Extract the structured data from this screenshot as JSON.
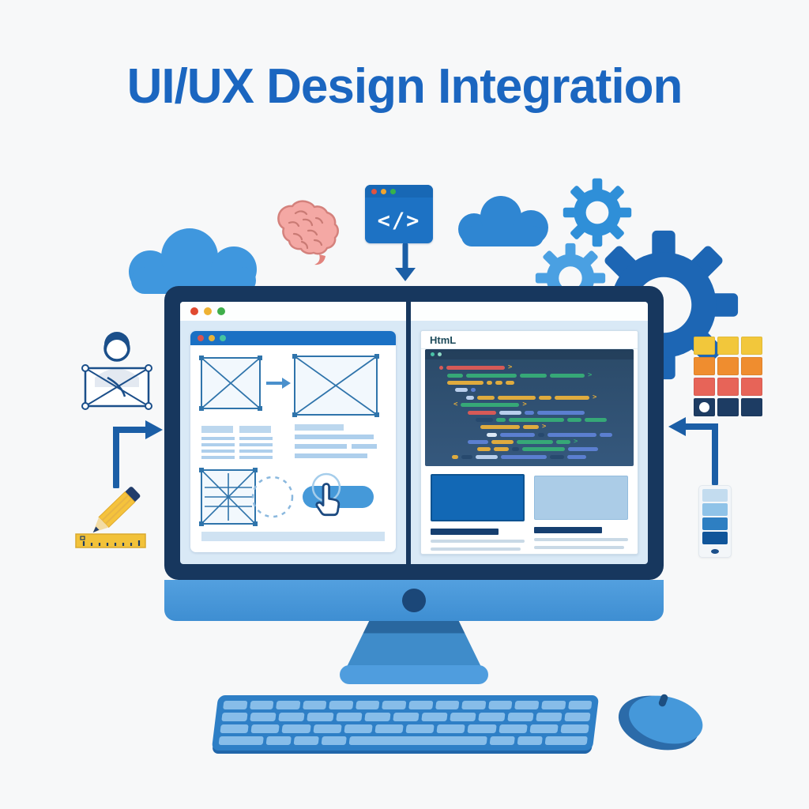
{
  "title": "UI/UX Design Integration",
  "colors": {
    "background": "#f7f8f9",
    "title_blue": "#1b66c0",
    "monitor_bezel": "#17375e",
    "monitor_body_blue": "#4f9dde",
    "panel_background": "#d9e9f6",
    "browser_bar_blue": "#1a70c4",
    "editor_background": "#2e4e6f",
    "preview_card_dark": "#1268b5",
    "preview_card_light": "#abcce7"
  },
  "icons": {
    "code_window_label": "</>",
    "gt": ">",
    "lt": "<"
  },
  "left_panel": {
    "description": "wireframe design mockup",
    "screen_dots": [
      "#e0492f",
      "#eeb233",
      "#3fae4a"
    ],
    "browser_dots": [
      "#d9534f",
      "#e8b339",
      "#45c4a0"
    ]
  },
  "right_panel": {
    "doc_label": "HtmL",
    "editor_dots": [
      "#49c2a6",
      "#8fd8c5"
    ],
    "code_colors": {
      "red": "#d65a57",
      "grn": "#36a877",
      "yel": "#dfab3e",
      "blu": "#5b7fd0",
      "bluD": "#41598f",
      "bluL": "#b9cfec",
      "nav": "#27496e",
      "wht": "#dce9f5"
    },
    "code_lines": [
      {
        "ind": 10,
        "seg": [
          [
            "red",
            5
          ],
          [
            "red",
            74
          ],
          [
            "chev",
            "yel"
          ]
        ]
      },
      {
        "ind": 20,
        "seg": [
          [
            "grn",
            20
          ],
          [
            "grn",
            64
          ],
          [
            "grn",
            34
          ],
          [
            "grn",
            44
          ],
          [
            "chev",
            "grn"
          ]
        ]
      },
      {
        "ind": 20,
        "seg": [
          [
            "yel",
            46
          ],
          [
            "yel",
            7
          ],
          [
            "yel",
            9
          ],
          [
            "yel",
            11
          ]
        ]
      },
      {
        "ind": 30,
        "seg": [
          [
            "bluL",
            16
          ],
          [
            "blu",
            6
          ]
        ]
      },
      {
        "ind": 44,
        "seg": [
          [
            "bluL",
            10
          ],
          [
            "yel",
            22
          ],
          [
            "yel",
            48
          ],
          [
            "yel",
            16
          ],
          [
            "yel",
            44
          ],
          [
            "chev",
            "yel"
          ]
        ]
      },
      {
        "ind": 28,
        "seg": [
          [
            "chevl",
            "yel"
          ],
          [
            "grn",
            74
          ],
          [
            "chev",
            "yel"
          ]
        ]
      },
      {
        "ind": 46,
        "seg": [
          [
            "red",
            36
          ],
          [
            "bluL",
            28
          ],
          [
            "blu",
            12
          ],
          [
            "blu",
            60
          ]
        ]
      },
      {
        "ind": 56,
        "seg": [
          [
            "nav",
            22
          ],
          [
            "grn",
            12
          ],
          [
            "grn",
            70
          ],
          [
            "grn",
            18
          ],
          [
            "grn",
            28
          ]
        ]
      },
      {
        "ind": 62,
        "seg": [
          [
            "yel",
            50
          ],
          [
            "yel",
            20
          ],
          [
            "chev",
            "yel"
          ]
        ]
      },
      {
        "ind": 70,
        "seg": [
          [
            "wht",
            13
          ],
          [
            "blu",
            44
          ],
          [
            "nav",
            8
          ],
          [
            "blu",
            62
          ],
          [
            "blu",
            16
          ]
        ]
      },
      {
        "ind": 46,
        "seg": [
          [
            "blu",
            26
          ],
          [
            "yel",
            28
          ],
          [
            "grn",
            46
          ],
          [
            "grn",
            18
          ],
          [
            "chev",
            "grn"
          ]
        ]
      },
      {
        "ind": 58,
        "seg": [
          [
            "yel",
            17
          ],
          [
            "yel",
            19
          ],
          [
            "nav",
            9
          ],
          [
            "grn",
            54
          ],
          [
            "blu",
            38
          ]
        ]
      },
      {
        "ind": 26,
        "seg": [
          [
            "yel",
            8
          ],
          [
            "nav",
            14
          ],
          [
            "bluL",
            28
          ],
          [
            "blu",
            58
          ],
          [
            "nav",
            18
          ],
          [
            "blu",
            24
          ]
        ]
      }
    ]
  },
  "palette": {
    "cells": [
      "#f2c73b",
      "#f2c73b",
      "#f2c73b",
      "#ef8d2f",
      "#ef8d2f",
      "#ef8d2f",
      "#e76458",
      "#e76458",
      "#e76458",
      "#1d3c63",
      "#1d3c63",
      "#1d3c63"
    ],
    "dot_cell": 9
  },
  "swatch_card": {
    "bars": [
      "#c3dcef",
      "#8fc3e8",
      "#2e7fc2",
      "#10559a"
    ]
  },
  "code_icon_dots": [
    "#e05340",
    "#f0a42f",
    "#36b24a"
  ],
  "keyboard": {
    "rows": [
      14,
      13,
      12
    ],
    "bottom_row": [
      1.8,
      1,
      1,
      1,
      5.6,
      1,
      1,
      1.7
    ]
  }
}
